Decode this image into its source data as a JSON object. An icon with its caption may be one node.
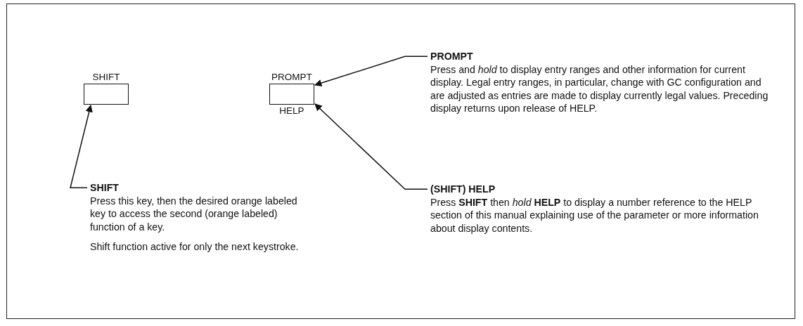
{
  "diagram": {
    "nodes": [
      {
        "text": [
          "SHIFT"
        ]
      },
      {
        "text": [
          "PROMPT",
          "HELP"
        ]
      },
      {
        "text": [
          "SHIFT",
          "Press this key, then the desired orange labeled key to access the second (orange labeled) function of a key.",
          "Shift function active for only the next keystroke."
        ]
      },
      {
        "text": [
          "PROMPT",
          "Press and *hold* to display entry ranges and other information for current display. Legal entry ranges, in particular, change with GC configuration and are adjusted as entries are made to display currently legal values. Preceding display returns upon release of HELP."
        ]
      },
      {
        "text": [
          "(SHIFT) HELP",
          "Press **SHIFT** then *hold* **HELP** to display a number reference to the HELP section of this manual explaining use of the parameter or more information about display contents."
        ]
      }
    ],
    "edges": [
      {
        "from": 2,
        "to": 0,
        "arrow": "to"
      },
      {
        "from": 3,
        "to": 1,
        "arrow": "to"
      },
      {
        "from": 4,
        "to": 1,
        "arrow": "to"
      }
    ]
  }
}
